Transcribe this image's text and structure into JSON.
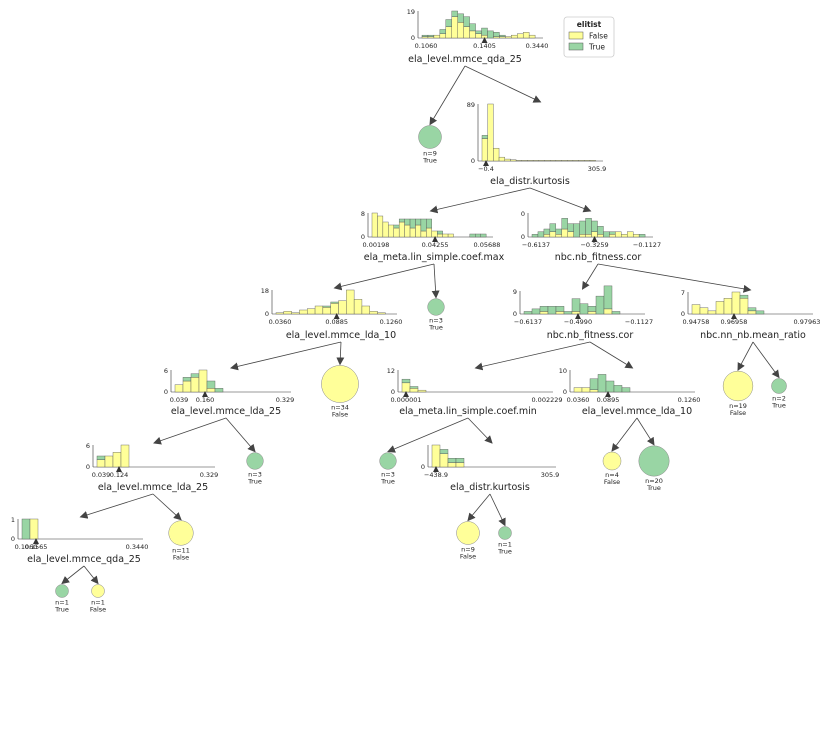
{
  "colors": {
    "false": "#ffff99",
    "true": "#99d5a4",
    "edge": "#555555",
    "arrow": "#444444"
  },
  "legend": {
    "title": "elitist",
    "items": [
      {
        "label": "False",
        "key": "false"
      },
      {
        "label": "True",
        "key": "true"
      }
    ]
  },
  "nodes": [
    {
      "id": "n1",
      "type": "split",
      "feature": "ela_level.mmce_qda_25",
      "ymax": "19",
      "xticks": [
        "0.1060",
        "0.1405",
        "0.3440"
      ],
      "split": "0.1405",
      "bins": [
        [
          1,
          1
        ],
        [
          1,
          1
        ],
        [
          2,
          0
        ],
        [
          3,
          3
        ],
        [
          8,
          5
        ],
        [
          15,
          4
        ],
        [
          11,
          6
        ],
        [
          8,
          7
        ],
        [
          5,
          5
        ],
        [
          3,
          2
        ],
        [
          2,
          5
        ],
        [
          0,
          5
        ],
        [
          1,
          3
        ],
        [
          1,
          1
        ],
        [
          1,
          0
        ],
        [
          2,
          0
        ],
        [
          3,
          0
        ],
        [
          4,
          0
        ],
        [
          2,
          0
        ]
      ],
      "ymaxVal": 19
    },
    {
      "id": "n2",
      "type": "leaf",
      "n": "n=9",
      "cls": "True",
      "key": "true",
      "count": 9
    },
    {
      "id": "n3",
      "type": "split",
      "feature": "ela_distr.kurtosis",
      "ymax": "89",
      "xticks": [
        "−0.4",
        "305.9"
      ],
      "split": "−0.4",
      "bins": [
        [
          35,
          5
        ],
        [
          89,
          0
        ],
        [
          20,
          0
        ],
        [
          6,
          0
        ],
        [
          3,
          0
        ],
        [
          2,
          0
        ],
        [
          1,
          0
        ],
        [
          1,
          0
        ],
        [
          1,
          0
        ],
        [
          1,
          0
        ],
        [
          1,
          0
        ],
        [
          1,
          0
        ],
        [
          1,
          0
        ],
        [
          1,
          0
        ],
        [
          1,
          0
        ],
        [
          1,
          0
        ],
        [
          1,
          0
        ],
        [
          1,
          0
        ],
        [
          1,
          0
        ],
        [
          1,
          0
        ]
      ],
      "ymaxVal": 89
    },
    {
      "id": "n4",
      "type": "split",
      "feature": "ela_meta.lin_simple.coef.max",
      "ymax": "8",
      "xticks": [
        "0.00198",
        "0.04255",
        "0.05688"
      ],
      "split": "0.04255",
      "bins": [
        [
          8,
          0
        ],
        [
          7,
          0
        ],
        [
          5,
          0
        ],
        [
          4,
          0
        ],
        [
          3,
          1
        ],
        [
          5,
          1
        ],
        [
          4,
          2
        ],
        [
          3,
          3
        ],
        [
          4,
          2
        ],
        [
          2,
          4
        ],
        [
          3,
          3
        ],
        [
          2,
          0
        ],
        [
          1,
          1
        ],
        [
          1,
          0
        ],
        [
          1,
          0
        ],
        [
          0,
          0
        ],
        [
          0,
          0
        ],
        [
          0,
          0
        ],
        [
          0,
          1
        ],
        [
          0,
          1
        ],
        [
          0,
          1
        ]
      ],
      "ymaxVal": 8
    },
    {
      "id": "n5",
      "type": "split",
      "feature": "nbc.nb_fitness.cor",
      "ymax": "0",
      "xticks": [
        "−0.6137",
        "−0.3259",
        "−0.1127"
      ],
      "split": "−0.3259",
      "bins": [
        [
          0,
          1
        ],
        [
          0,
          2
        ],
        [
          1,
          2
        ],
        [
          2,
          3
        ],
        [
          1,
          2
        ],
        [
          3,
          4
        ],
        [
          2,
          3
        ],
        [
          0,
          5
        ],
        [
          1,
          5
        ],
        [
          1,
          6
        ],
        [
          2,
          4
        ],
        [
          1,
          3
        ],
        [
          0,
          2
        ],
        [
          1,
          1
        ],
        [
          2,
          0
        ],
        [
          1,
          0
        ],
        [
          2,
          0
        ],
        [
          1,
          0
        ],
        [
          0,
          1
        ]
      ],
      "ymaxVal": 9
    },
    {
      "id": "n6",
      "type": "split",
      "feature": "ela_level.mmce_lda_10",
      "ymax": "18",
      "xticks": [
        "0.0360",
        "0.0885",
        "0.1260"
      ],
      "split": "0.0885",
      "bins": [
        [
          1,
          0
        ],
        [
          2,
          0
        ],
        [
          1,
          0
        ],
        [
          3,
          0
        ],
        [
          4,
          0
        ],
        [
          6,
          0
        ],
        [
          5,
          1
        ],
        [
          8,
          1
        ],
        [
          10,
          0
        ],
        [
          18,
          0
        ],
        [
          11,
          0
        ],
        [
          6,
          0
        ],
        [
          2,
          0
        ],
        [
          1,
          0
        ]
      ],
      "ymaxVal": 18
    },
    {
      "id": "n7",
      "type": "leaf",
      "n": "n=3",
      "cls": "True",
      "key": "true",
      "count": 3
    },
    {
      "id": "n8",
      "type": "split",
      "feature": "nbc.nb_fitness.cor",
      "ymax": "9",
      "xticks": [
        "−0.6137",
        "−0.4990",
        "−0.1127"
      ],
      "split": "−0.4990",
      "bins": [
        [
          0,
          1
        ],
        [
          0,
          2
        ],
        [
          1,
          2
        ],
        [
          0,
          3
        ],
        [
          1,
          2
        ],
        [
          0,
          1
        ],
        [
          1,
          5
        ],
        [
          0,
          4
        ],
        [
          1,
          2
        ],
        [
          0,
          7
        ],
        [
          2,
          9
        ],
        [
          0,
          1
        ]
      ],
      "ymaxVal": 9
    },
    {
      "id": "n9",
      "type": "split",
      "feature": "nbc.nn_nb.mean_ratio",
      "ymax": "7",
      "xticks": [
        "0.94758",
        "0.96958",
        "0.97963"
      ],
      "split": "0.96958",
      "bins": [
        [
          3,
          0
        ],
        [
          2,
          0
        ],
        [
          1,
          0
        ],
        [
          4,
          0
        ],
        [
          5,
          0
        ],
        [
          7,
          0
        ],
        [
          5,
          1
        ],
        [
          1,
          1
        ],
        [
          0,
          1
        ]
      ],
      "ymaxVal": 7
    },
    {
      "id": "n10",
      "type": "split",
      "feature": "ela_level.mmce_lda_25",
      "ymax": "6",
      "xticks": [
        "0.039",
        "0.160",
        "0.329"
      ],
      "split": "0.160",
      "bins": [
        [
          2,
          0
        ],
        [
          3,
          1
        ],
        [
          4,
          1
        ],
        [
          6,
          0
        ],
        [
          1,
          2
        ],
        [
          0,
          1
        ]
      ],
      "ymaxVal": 6
    },
    {
      "id": "n11",
      "type": "leaf",
      "n": "n=34",
      "cls": "False",
      "key": "false",
      "count": 34
    },
    {
      "id": "n12",
      "type": "split",
      "feature": "ela_meta.lin_simple.coef.min",
      "ymax": "12",
      "xticks": [
        "0.000001",
        "0.002229"
      ],
      "split": "0.000001",
      "bins": [
        [
          5,
          2
        ],
        [
          2,
          1
        ],
        [
          1,
          0
        ]
      ],
      "ymaxVal": 12
    },
    {
      "id": "n13",
      "type": "split",
      "feature": "ela_level.mmce_lda_10",
      "ymax": "10",
      "xticks": [
        "0.0360",
        "0.0895",
        "0.1260"
      ],
      "split": "0.0895",
      "bins": [
        [
          2,
          0
        ],
        [
          2,
          0
        ],
        [
          1,
          5
        ],
        [
          0,
          8
        ],
        [
          0,
          5
        ],
        [
          0,
          3
        ],
        [
          0,
          2
        ]
      ],
      "ymaxVal": 10
    },
    {
      "id": "n14",
      "type": "leaf",
      "n": "n=19",
      "cls": "False",
      "key": "false",
      "count": 19
    },
    {
      "id": "n15",
      "type": "leaf",
      "n": "n=2",
      "cls": "True",
      "key": "true",
      "count": 2
    },
    {
      "id": "n16",
      "type": "split",
      "feature": "ela_level.mmce_lda_25",
      "ymax": "6",
      "xticks": [
        "0.039",
        "0.124",
        "0.329"
      ],
      "split": "0.124",
      "bins": [
        [
          2,
          1
        ],
        [
          3,
          0
        ],
        [
          4,
          0
        ],
        [
          6,
          0
        ]
      ],
      "ymaxVal": 6
    },
    {
      "id": "n17",
      "type": "leaf",
      "n": "n=3",
      "cls": "True",
      "key": "true",
      "count": 3
    },
    {
      "id": "n18",
      "type": "leaf",
      "n": "n=3",
      "cls": "True",
      "key": "true",
      "count": 3
    },
    {
      "id": "n19",
      "type": "split",
      "feature": "ela_distr.kurtosis",
      "ymax": "",
      "xticks": [
        "−438.9",
        "305.9"
      ],
      "split": "−438.9",
      "bins": [
        [
          5,
          0
        ],
        [
          3,
          1
        ],
        [
          1,
          1
        ],
        [
          1,
          1
        ]
      ],
      "ymaxVal": 5
    },
    {
      "id": "n20",
      "type": "leaf",
      "n": "n=4",
      "cls": "False",
      "key": "false",
      "count": 4
    },
    {
      "id": "n21",
      "type": "leaf",
      "n": "n=20",
      "cls": "True",
      "key": "true",
      "count": 20
    },
    {
      "id": "n22",
      "type": "split",
      "feature": "ela_level.mmce_qda_25",
      "ymax": "1",
      "xticks": [
        "0.1060",
        "0.1565",
        "0.3440"
      ],
      "split": "0.1565",
      "bins": [
        [
          0,
          1
        ],
        [
          1,
          0
        ]
      ],
      "ymaxVal": 1
    },
    {
      "id": "n23",
      "type": "leaf",
      "n": "n=11",
      "cls": "False",
      "key": "false",
      "count": 11
    },
    {
      "id": "n24",
      "type": "leaf",
      "n": "n=9",
      "cls": "False",
      "key": "false",
      "count": 9
    },
    {
      "id": "n25",
      "type": "leaf",
      "n": "n=1",
      "cls": "True",
      "key": "true",
      "count": 1
    },
    {
      "id": "n26",
      "type": "leaf",
      "n": "n=1",
      "cls": "True",
      "key": "true",
      "count": 1
    },
    {
      "id": "n27",
      "type": "leaf",
      "n": "n=1",
      "cls": "False",
      "key": "false",
      "count": 1
    }
  ],
  "edges": [
    [
      "n1",
      "n2"
    ],
    [
      "n1",
      "n3"
    ],
    [
      "n3",
      "n4"
    ],
    [
      "n3",
      "n5"
    ],
    [
      "n4",
      "n6"
    ],
    [
      "n4",
      "n7"
    ],
    [
      "n5",
      "n8"
    ],
    [
      "n5",
      "n9"
    ],
    [
      "n6",
      "n10"
    ],
    [
      "n6",
      "n11"
    ],
    [
      "n8",
      "n12"
    ],
    [
      "n8",
      "n13"
    ],
    [
      "n9",
      "n14"
    ],
    [
      "n9",
      "n15"
    ],
    [
      "n10",
      "n16"
    ],
    [
      "n10",
      "n17"
    ],
    [
      "n12",
      "n18"
    ],
    [
      "n12",
      "n19"
    ],
    [
      "n13",
      "n20"
    ],
    [
      "n13",
      "n21"
    ],
    [
      "n16",
      "n22"
    ],
    [
      "n16",
      "n23"
    ],
    [
      "n19",
      "n24"
    ],
    [
      "n19",
      "n25"
    ],
    [
      "n22",
      "n26"
    ],
    [
      "n22",
      "n27"
    ]
  ]
}
